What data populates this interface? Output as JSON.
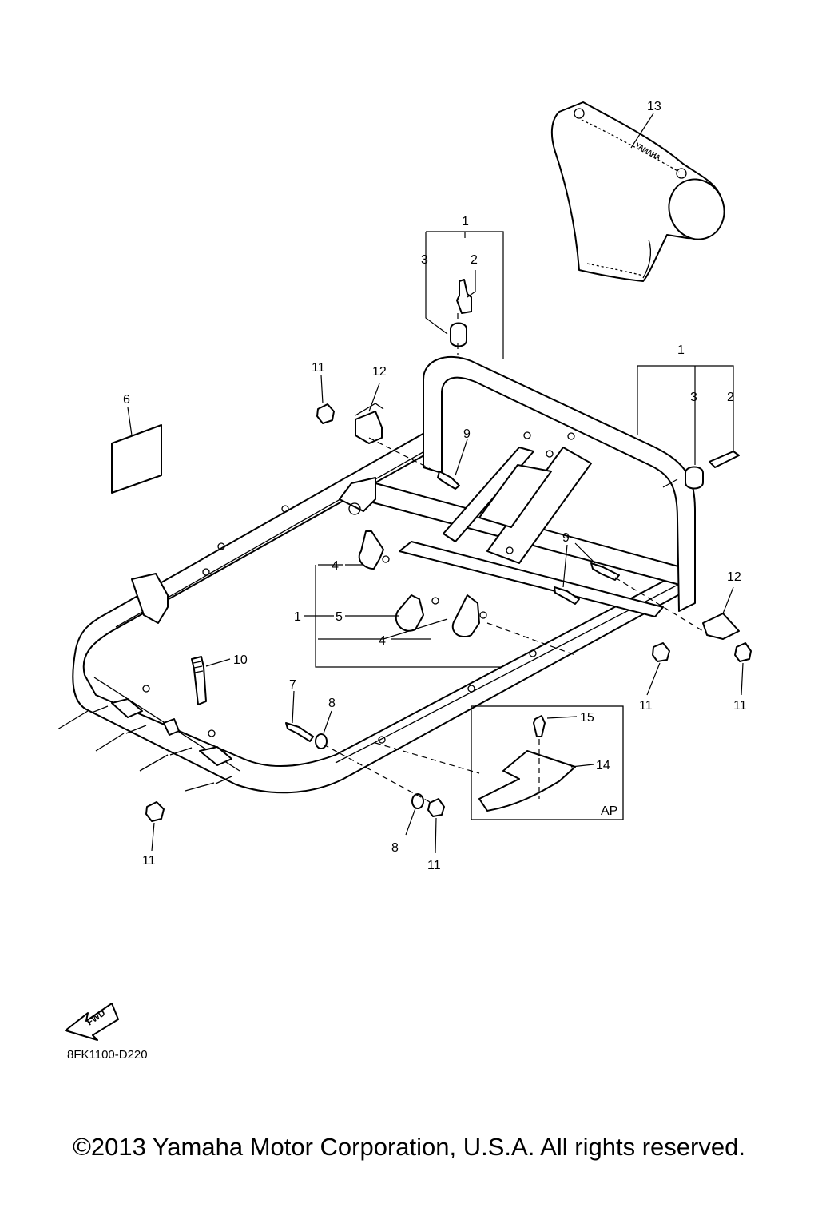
{
  "document_code": "8FK1100-D220",
  "copyright": "©2013 Yamaha Motor Corporation, U.S.A. All rights reserved.",
  "fwd_label": "FWD",
  "brand_mark": "YAMAHA",
  "inset_label": "AP",
  "callouts": {
    "p1_top": "1",
    "p2_top": "2",
    "p3_top": "3",
    "p1_right": "1",
    "p3_right": "3",
    "p2_right": "2",
    "p1_left": "1",
    "p4_upper": "4",
    "p5": "5",
    "p4_lower": "4",
    "p6": "6",
    "p7": "7",
    "p8_mid": "8",
    "p8_low": "8",
    "p9_upper": "9",
    "p9_lower": "9",
    "p10": "10",
    "p11_top": "11",
    "p11_front": "11",
    "p11_right": "11",
    "p11_left": "11",
    "p11_bottom": "11",
    "p12_top": "12",
    "p12_right": "12",
    "p13": "13",
    "p14": "14",
    "p15": "15"
  }
}
